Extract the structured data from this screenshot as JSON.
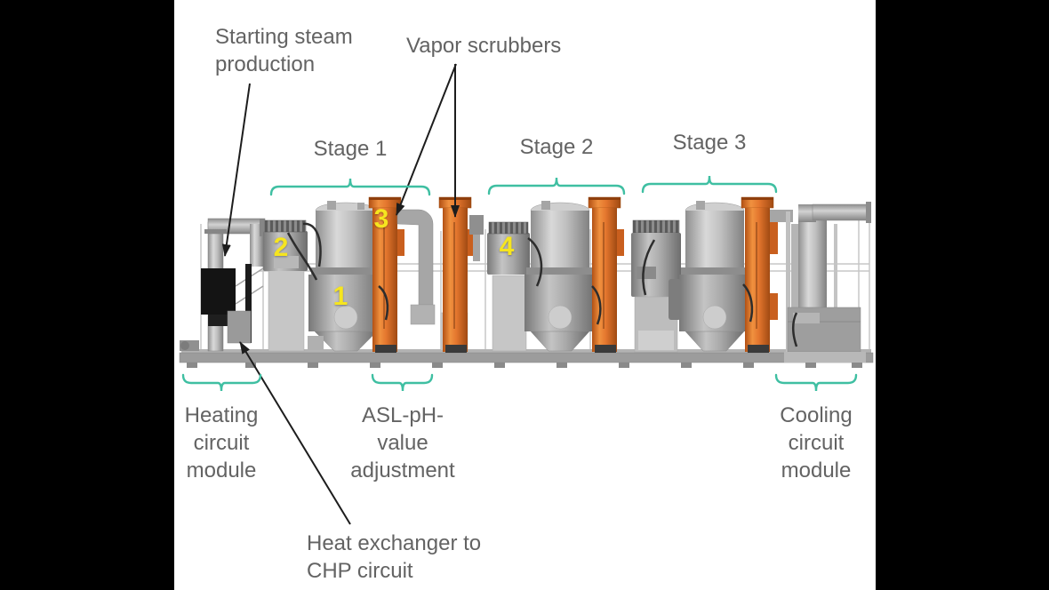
{
  "colors": {
    "background_bars": "#000000",
    "content_bg": "#ffffff",
    "label_text": "#636363",
    "bracket_teal": "#3FBFA2",
    "scrubber_orange": "#E0752E",
    "marker_yellow": "#F6E51F",
    "arrow_black": "#1D1D1D"
  },
  "annotations": {
    "starting_steam": {
      "lines": [
        "Starting steam",
        "production"
      ]
    },
    "vapor_scrubbers": {
      "label": "Vapor scrubbers"
    },
    "stages": [
      {
        "label": "Stage 1"
      },
      {
        "label": "Stage 2"
      },
      {
        "label": "Stage 3"
      }
    ],
    "heating_module": {
      "lines": [
        "Heating",
        "circuit",
        "module"
      ]
    },
    "asl_adjustment": {
      "lines": [
        "ASL-pH-",
        "value",
        "adjustment"
      ]
    },
    "heat_exchanger": {
      "lines": [
        "Heat exchanger to",
        "CHP circuit"
      ]
    },
    "cooling_module": {
      "lines": [
        "Cooling",
        "circuit",
        "module"
      ]
    },
    "markers": [
      {
        "n": "1"
      },
      {
        "n": "2"
      },
      {
        "n": "3"
      },
      {
        "n": "4"
      }
    ]
  }
}
